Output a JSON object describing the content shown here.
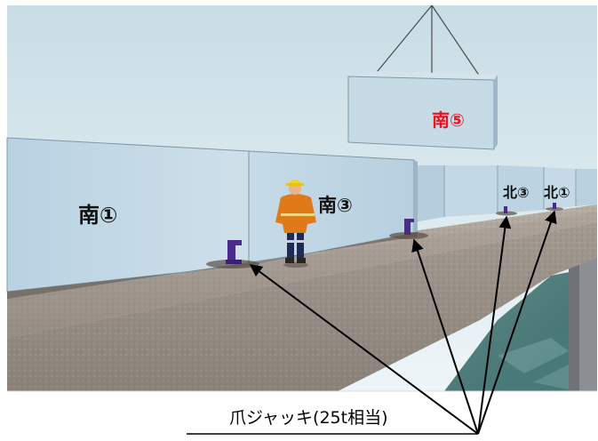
{
  "labels": {
    "south_1": "南①",
    "south_3": "南③",
    "south_5": "南⑤",
    "north_3": "北③",
    "north_1": "北①"
  },
  "caption": "爪ジャッキ(25t相当)",
  "colors": {
    "suspended_label": "#e8141e",
    "arrow": "#000000",
    "jack": "#4a2a8a"
  },
  "icons": [
    "worker",
    "claw-jack"
  ]
}
